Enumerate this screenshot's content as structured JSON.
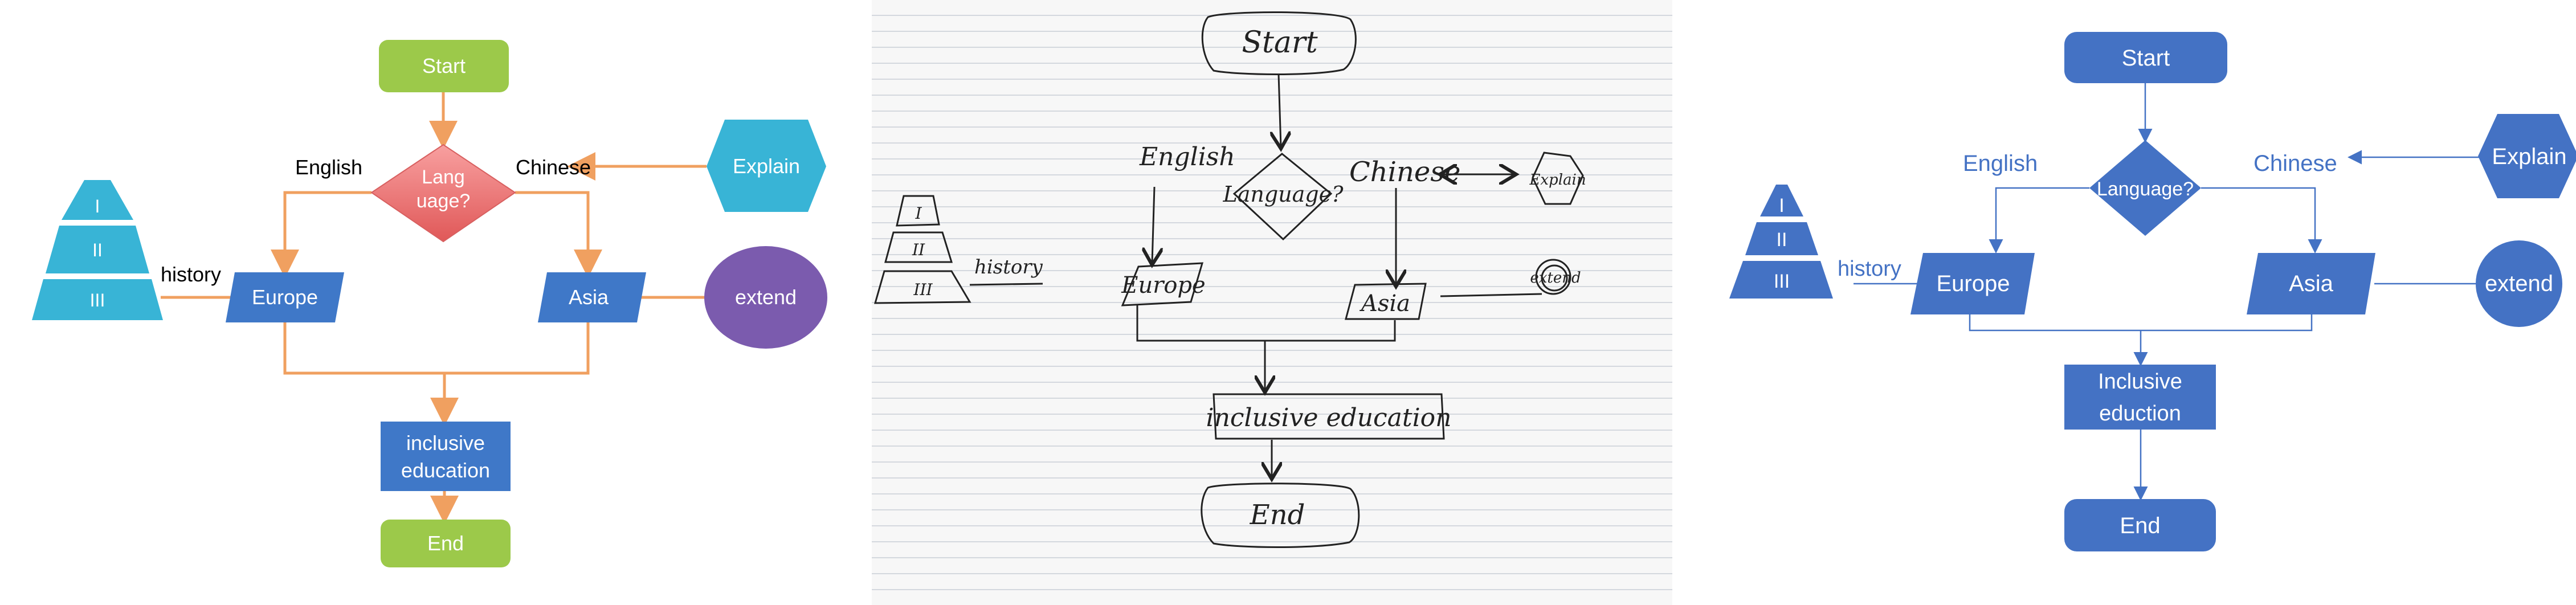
{
  "left_flowchart": {
    "start": "Start",
    "decision": [
      "Lang",
      "uage?"
    ],
    "english": "English",
    "chinese": "Chinese",
    "explain": "Explain",
    "history": "history",
    "pyramid": [
      "I",
      "II",
      "III"
    ],
    "europe": "Europe",
    "asia": "Asia",
    "extend": "extend",
    "education": [
      "inclusive",
      "education"
    ],
    "end": "End"
  },
  "sketch": {
    "start": "Start",
    "english": "English",
    "language": "Language?",
    "chinese": "Chinese",
    "explain": "Explain",
    "history": "history",
    "pyramid": [
      "I",
      "II",
      "III"
    ],
    "europe": "Europe",
    "asia": "Asia",
    "extend": "extend",
    "education": "inclusive education",
    "end": "End"
  },
  "right_flowchart": {
    "start": "Start",
    "decision": "Language?",
    "english": "English",
    "chinese": "Chinese",
    "explain": "Explain",
    "history": "history",
    "pyramid": [
      "I",
      "II",
      "III"
    ],
    "europe": "Europe",
    "asia": "Asia",
    "extend": "extend",
    "education": [
      "Inclusive",
      "eduction"
    ],
    "end": "End"
  },
  "colors": {
    "orange_line": "#F0A060",
    "green": "#9CC94A",
    "decision_red": "#F07A7A",
    "cyan": "#38B4D6",
    "purple": "#7B5BAE",
    "blue": "#3F78C8",
    "right_blue": "#4472C4",
    "right_text": "#4472C4"
  }
}
